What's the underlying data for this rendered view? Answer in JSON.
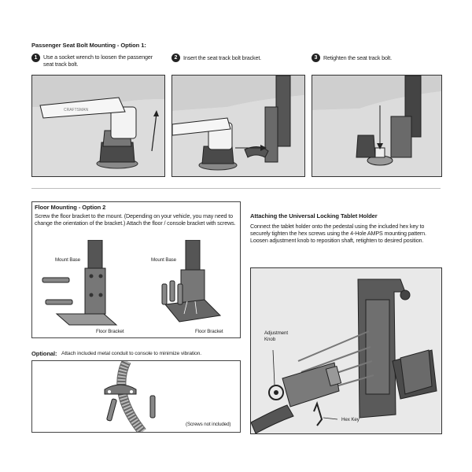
{
  "seat": {
    "heading": "Passenger Seat Bolt Mounting - Option 1:",
    "steps": [
      {
        "number": "1",
        "text": "Use a socket wrench to loosen the passenger seat track bolt."
      },
      {
        "number": "2",
        "text": "Insert the seat track bolt bracket."
      },
      {
        "number": "3",
        "text": "Retighten the seat track bolt."
      }
    ]
  },
  "floor": {
    "heading": "Floor Mounting - Option 2",
    "text": "Screw the floor bracket to the mount. (Depending on your vehicle, you may need to change the orientation of the bracket.) Attach the floor / console bracket with screws.",
    "labels": {
      "mount_base_left": "Mount Base",
      "floor_bracket_left": "Floor Bracket",
      "mount_base_right": "Mount Base",
      "floor_bracket_right": "Floor Bracket"
    }
  },
  "optional": {
    "heading": "Optional:",
    "text": "Attach included metal conduit to console to minimize vibration.",
    "note": "(Screws not included)"
  },
  "holder": {
    "heading": "Attaching the Universal Locking Tablet Holder",
    "text": "Connect the tablet holder onto the pedestal using the included hex key to securely tighten the hex screws using the 4-Hole AMPS mounting pattern. Loosen adjustment knob to reposition shaft, retighten to desired position.",
    "labels": {
      "knob": "Adjustment Knob",
      "hex": "Hex Key"
    }
  }
}
